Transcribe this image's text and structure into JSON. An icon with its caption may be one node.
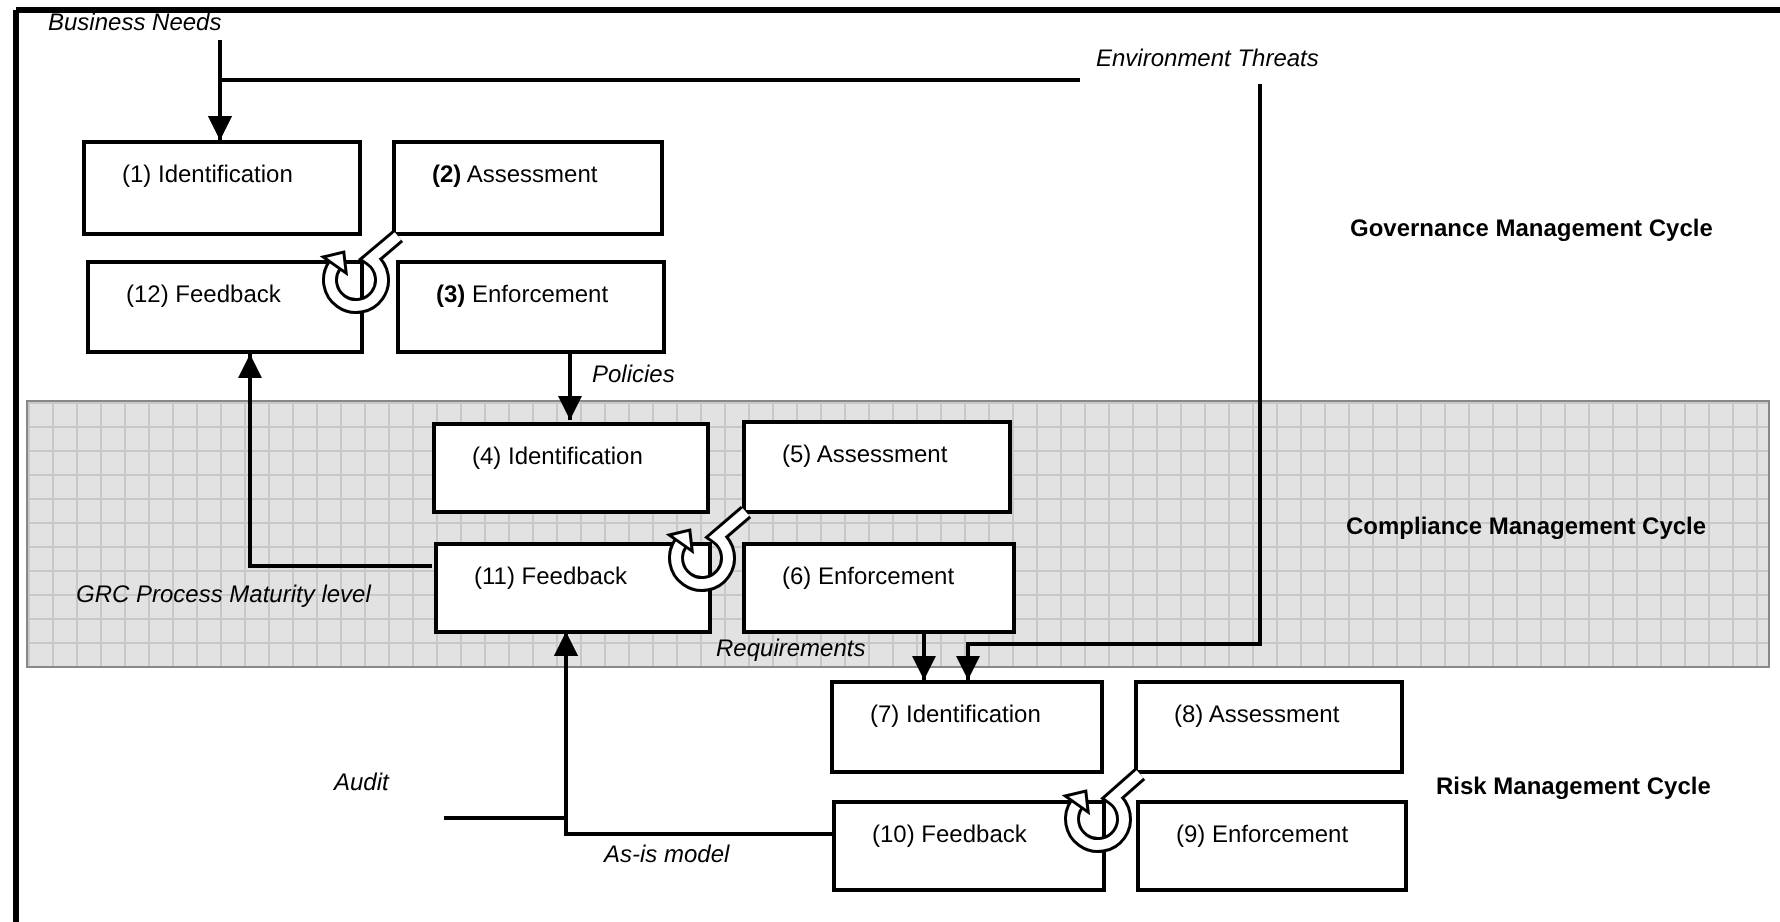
{
  "diagram": {
    "nodes": [
      {
        "text": [
          "Business Needs"
        ]
      },
      {
        "text": [
          "Environment Threats"
        ]
      },
      {
        "text": [
          "(1) Identification"
        ]
      },
      {
        "text": [
          "**(2)** Assessment"
        ]
      },
      {
        "text": [
          "(12) Feedback"
        ]
      },
      {
        "text": [
          "**(3)** Enforcement"
        ]
      },
      {
        "text": [
          "Compliance Management Cycle"
        ]
      },
      {
        "text": [
          "(4) Identification"
        ],
        "in": 6
      },
      {
        "text": [
          "(5) Assessment"
        ],
        "in": 6
      },
      {
        "text": [
          "(11) Feedback"
        ],
        "in": 6
      },
      {
        "text": [
          "(6) Enforcement"
        ],
        "in": 6
      },
      {
        "text": [
          "(7) Identification"
        ]
      },
      {
        "text": [
          "(8) Assessment"
        ]
      },
      {
        "text": [
          "Audit"
        ]
      },
      {
        "text": [
          "(10) Feedback"
        ]
      },
      {
        "text": [
          "(9) Enforcement"
        ]
      }
    ],
    "edges": [
      {
        "from": 0,
        "to": 2,
        "arrow": "to"
      },
      {
        "from": 1,
        "to": 2,
        "arrow": "to"
      },
      {
        "from": 1,
        "to": 11,
        "arrow": "to"
      },
      {
        "from": 5,
        "to": 7,
        "label": "Policies",
        "arrow": "to"
      },
      {
        "from": 9,
        "to": 4,
        "label": "GRC Process Maturity level",
        "arrow": "to"
      },
      {
        "from": 10,
        "to": 11,
        "label": "Requirements",
        "arrow": "to"
      },
      {
        "from": 13,
        "to": 9,
        "arrow": "to"
      },
      {
        "from": 14,
        "to": 9,
        "label": "As-is model",
        "arrow": "to"
      },
      {
        "from": 3,
        "to": 4,
        "arrow": "to",
        "style": "thick"
      },
      {
        "from": 8,
        "to": 9,
        "arrow": "to",
        "style": "thick"
      },
      {
        "from": 12,
        "to": 14,
        "arrow": "to",
        "style": "thick"
      }
    ],
    "labels": [
      "Governance Management Cycle",
      "Risk Management Cycle"
    ]
  }
}
